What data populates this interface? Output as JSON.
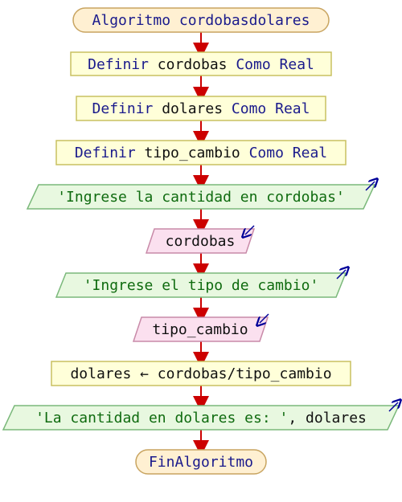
{
  "colors": {
    "terminal_fill": "#fff0d2",
    "terminal_stroke": "#c8a460",
    "process_fill": "#ffffd9",
    "process_stroke": "#c8c060",
    "output_fill": "#e8f8e0",
    "output_stroke": "#7ab87a",
    "input_fill": "#fbe0ef",
    "input_stroke": "#c88aa8",
    "arrow": "#cc0000",
    "io_arrow_icon": "#000099",
    "keyword": "#1a1a8c",
    "text": "#101010",
    "string": "#0f6b0f"
  },
  "flowchart": {
    "start": {
      "keyword": "Algoritmo",
      "name": " cordobasdolares"
    },
    "def1": {
      "kw1": "Definir",
      "var": " cordobas ",
      "kw2": "Como Real"
    },
    "def2": {
      "kw1": "Definir",
      "var": " dolares ",
      "kw2": "Como Real"
    },
    "def3": {
      "kw1": "Definir",
      "var": " tipo_cambio ",
      "kw2": "Como Real"
    },
    "out1": {
      "text": "'Ingrese la cantidad en cordobas'"
    },
    "in1": {
      "text": "cordobas"
    },
    "out2": {
      "text": "'Ingrese el tipo de cambio'"
    },
    "in2": {
      "text": "tipo_cambio"
    },
    "assign": {
      "text": "dolares ← cordobas/tipo_cambio"
    },
    "out3": {
      "str": "'La cantidad en dolares es: '",
      "rest": ", dolares"
    },
    "end": {
      "keyword": "FinAlgoritmo"
    }
  }
}
